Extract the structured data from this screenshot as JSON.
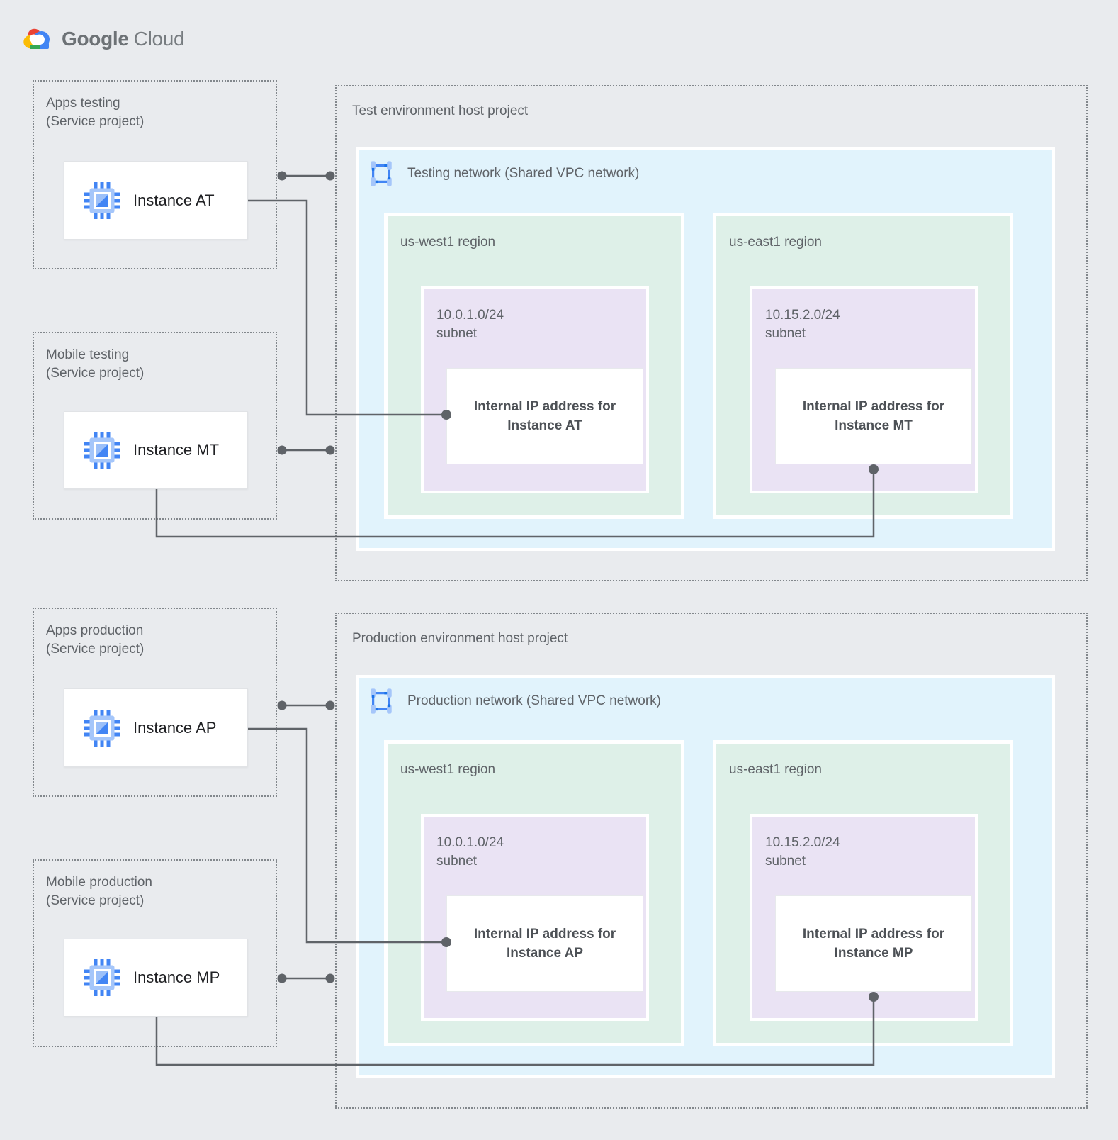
{
  "logo": {
    "brand": "Google",
    "product": "Cloud"
  },
  "colors": {
    "page_bg": "#E9EBEE",
    "network_fill": "#E1F3FC",
    "region_fill": "#DEF0E8",
    "subnet_fill": "#EAE3F4",
    "box_fill": "#FFFFFF",
    "connector": "#5F6368",
    "dashed_border": "#82878C",
    "label_gray": "#5F6368",
    "instance_text": "#202124",
    "google_blue": "#4285F4",
    "google_red": "#EA4335",
    "google_yellow": "#FBBC04",
    "google_green": "#34A853"
  },
  "icons": {
    "logo": "google-cloud-logo-icon",
    "instance": "compute-engine-icon",
    "network": "vpc-network-icon"
  },
  "sections": [
    {
      "host_project": "Test environment host project",
      "network": "Testing network (Shared VPC network)",
      "service_projects": [
        {
          "name": "Apps testing",
          "type_label": "(Service project)",
          "instance": "Instance AT"
        },
        {
          "name": "Mobile testing",
          "type_label": "(Service project)",
          "instance": "Instance MT"
        }
      ],
      "regions": [
        {
          "name": "us-west1 region",
          "cidr": "10.0.1.0/24",
          "cidr_label": "subnet",
          "ip_line1": "Internal IP address for",
          "ip_line2": "Instance AT"
        },
        {
          "name": "us-east1 region",
          "cidr": "10.15.2.0/24",
          "cidr_label": "subnet",
          "ip_line1": "Internal IP address for",
          "ip_line2": "Instance MT"
        }
      ]
    },
    {
      "host_project": "Production environment host project",
      "network": "Production network (Shared VPC network)",
      "service_projects": [
        {
          "name": "Apps production",
          "type_label": "(Service project)",
          "instance": "Instance AP"
        },
        {
          "name": "Mobile production",
          "type_label": "(Service project)",
          "instance": "Instance MP"
        }
      ],
      "regions": [
        {
          "name": "us-west1 region",
          "cidr": "10.0.1.0/24",
          "cidr_label": "subnet",
          "ip_line1": "Internal IP address for",
          "ip_line2": "Instance AP"
        },
        {
          "name": "us-east1 region",
          "cidr": "10.15.2.0/24",
          "cidr_label": "subnet",
          "ip_line1": "Internal IP address for",
          "ip_line2": "Instance MP"
        }
      ]
    }
  ]
}
